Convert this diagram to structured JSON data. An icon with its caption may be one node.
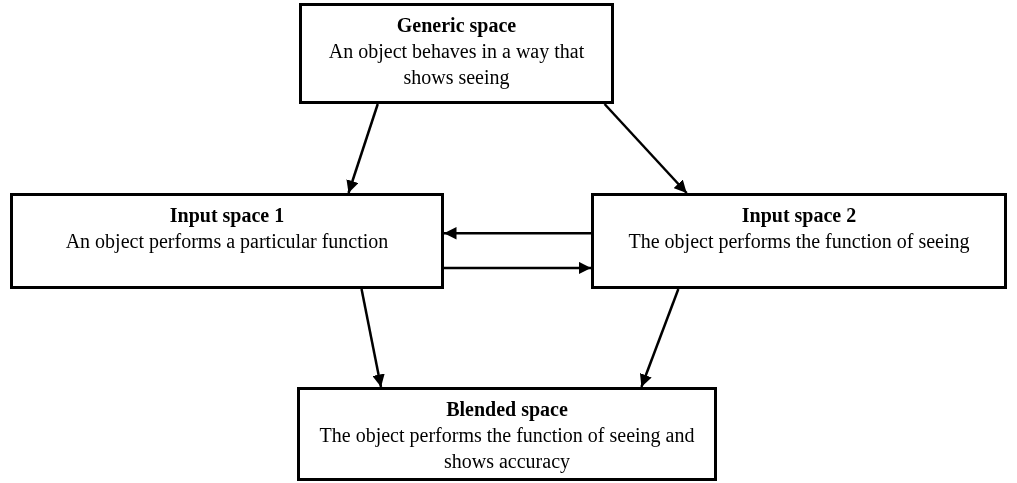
{
  "diagram": {
    "nodes": [
      {
        "text": [
          "Generic space",
          "An object behaves in a way that shows seeing"
        ]
      },
      {
        "text": [
          "Input space 1",
          "An object performs a particular function"
        ]
      },
      {
        "text": [
          "Input space 2",
          "The object performs the function of seeing"
        ]
      },
      {
        "text": [
          "Blended space",
          "The object performs the function of seeing and shows accuracy"
        ]
      }
    ],
    "edges": [
      {
        "from": 0,
        "to": 1,
        "arrow": "to"
      },
      {
        "from": 0,
        "to": 2,
        "arrow": "to"
      },
      {
        "from": 2,
        "to": 1,
        "arrow": "to"
      },
      {
        "from": 1,
        "to": 2,
        "arrow": "to"
      },
      {
        "from": 1,
        "to": 3,
        "arrow": "to"
      },
      {
        "from": 2,
        "to": 3,
        "arrow": "to"
      }
    ]
  }
}
